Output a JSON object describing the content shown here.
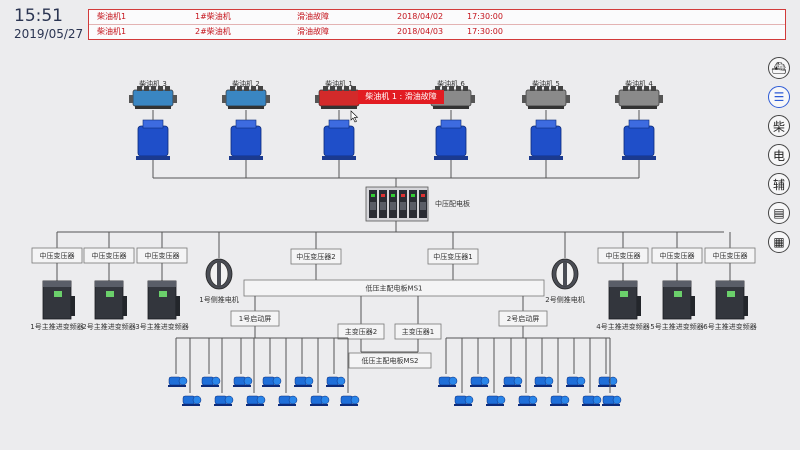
{
  "header": {
    "time": "15:51",
    "date": "2019/05/27"
  },
  "alarms": [
    {
      "source": "柴油机1",
      "device": "1#柴油机",
      "fault": "滑油故障",
      "date": "2018/04/02",
      "time": "17:30:00"
    },
    {
      "source": "柴油机1",
      "device": "2#柴油机",
      "fault": "滑油故障",
      "date": "2018/04/03",
      "time": "17:30:00"
    }
  ],
  "engines": [
    {
      "label": "柴油机 3",
      "state": "normal",
      "color": "#3a86c2"
    },
    {
      "label": "柴油机 2",
      "state": "normal",
      "color": "#3a86c2"
    },
    {
      "label": "柴油机 1",
      "state": "fault",
      "color": "#d32a2a"
    },
    {
      "label": "柴油机 6",
      "state": "normal",
      "color": "#8a8a8a"
    },
    {
      "label": "柴油机 5",
      "state": "normal",
      "color": "#8a8a8a"
    },
    {
      "label": "柴油机 4",
      "state": "normal",
      "color": "#8a8a8a"
    }
  ],
  "tooltip": "柴油机 1 : 滑油故障",
  "mv_board": "中压配电板",
  "transformers_left": [
    "中压变压器",
    "中压变压器",
    "中压变压器"
  ],
  "transformers_right": [
    "中压变压器",
    "中压变压器",
    "中压变压器"
  ],
  "transformer_mid": [
    "中压变压器2",
    "中压变压器1"
  ],
  "side_motors": [
    "1号侧推电机",
    "2号侧推电机"
  ],
  "lv_board_1": "低压主配电板MS1",
  "lv_board_2": "低压主配电板MS2",
  "start_panels": [
    "1号启动屏",
    "2号启动屏"
  ],
  "main_transformers": [
    "主变压器2",
    "主变压器1"
  ],
  "vfd_left": [
    "1号主推进变频器",
    "2号主推进变频器",
    "3号主推进变频器"
  ],
  "vfd_right": [
    "4号主推进变频器",
    "5号主推进变频器",
    "6号主推进变频器"
  ],
  "sidebar": [
    {
      "icon": "ship-icon",
      "glyph": "⛴"
    },
    {
      "icon": "menu-icon",
      "glyph": "☰",
      "active": true
    },
    {
      "icon": "diesel-icon",
      "glyph": "柴"
    },
    {
      "icon": "electric-icon",
      "glyph": "电"
    },
    {
      "icon": "auxiliary-icon",
      "glyph": "辅"
    },
    {
      "icon": "document-icon",
      "glyph": "▤"
    },
    {
      "icon": "report-icon",
      "glyph": "▦"
    }
  ],
  "colors": {
    "alarm": "#c4141c",
    "accent": "#2d5bd6",
    "motor": "#1f4fc9",
    "line": "#555555"
  }
}
